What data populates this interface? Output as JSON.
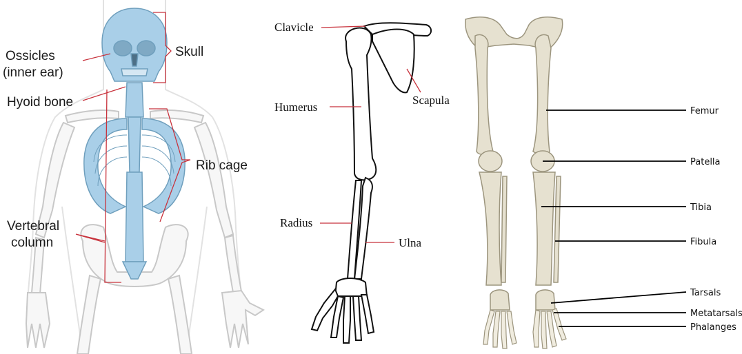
{
  "colors": {
    "axial_bone": "#a9cfe8",
    "axial_outline": "#6f9fbd",
    "appendicular_outline": "#c8c8c8",
    "leader_red": "#c8323c",
    "leg_bone": "#e6e1d0",
    "leg_outline": "#9c957e",
    "leader_black": "#000000"
  },
  "axial_panel": {
    "labels": {
      "ossicles_line1": "Ossicles",
      "ossicles_line2": "(inner ear)",
      "skull": "Skull",
      "hyoid": "Hyoid bone",
      "rib_cage": "Rib cage",
      "vertebral_line1": "Vertebral",
      "vertebral_line2": "column"
    }
  },
  "arm_panel": {
    "labels": {
      "clavicle": "Clavicle",
      "scapula": "Scapula",
      "humerus": "Humerus",
      "radius": "Radius",
      "ulna": "Ulna"
    }
  },
  "leg_panel": {
    "labels": {
      "femur": "Femur",
      "patella": "Patella",
      "tibia": "Tibia",
      "fibula": "Fibula",
      "tarsals": "Tarsals",
      "metatarsals": "Metatarsals",
      "phalanges": "Phalanges"
    }
  }
}
